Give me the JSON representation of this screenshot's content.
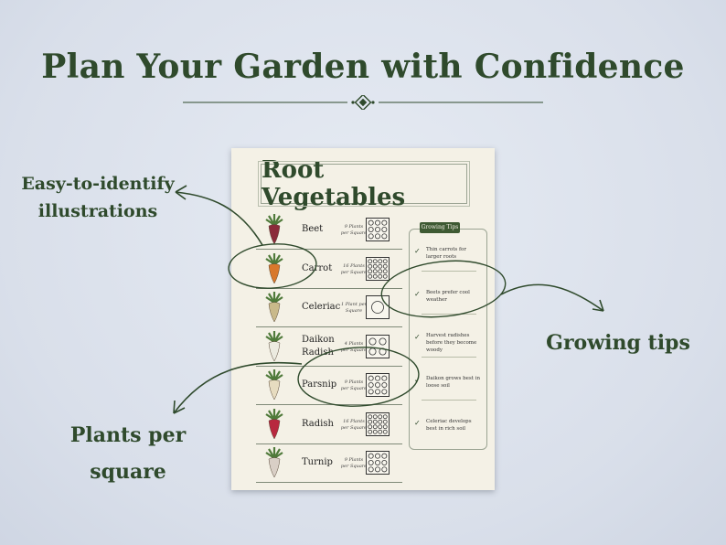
{
  "headline": "Plan Your Garden with Confidence",
  "callouts": {
    "illustrations": "Easy-to-identify illustrations",
    "growing_tips": "Growing tips",
    "plants_per_square": "Plants per square"
  },
  "sheet": {
    "title": "Root Vegetables",
    "vegetables": [
      {
        "name": "Beet",
        "density": "9 Plants per Square",
        "grid": 3,
        "color": "#8a2b3a",
        "icon": "beet-icon"
      },
      {
        "name": "Carrot",
        "density": "16 Plants per Square",
        "grid": 4,
        "color": "#d8782c",
        "icon": "carrot-icon"
      },
      {
        "name": "Celeriac",
        "density": "1 Plant per Square",
        "grid": 1,
        "color": "#c9b98a",
        "icon": "celeriac-icon"
      },
      {
        "name": "Daikon Radish",
        "density": "4 Plants per Square",
        "grid": 2,
        "color": "#ecebe0",
        "icon": "daikon-icon"
      },
      {
        "name": "Parsnip",
        "density": "9 Plants per Square",
        "grid": 3,
        "color": "#e7dcc0",
        "icon": "parsnip-icon"
      },
      {
        "name": "Radish",
        "density": "16 Plants per Square",
        "grid": 4,
        "color": "#b8283f",
        "icon": "radish-icon"
      },
      {
        "name": "Turnip",
        "density": "9 Plants per Square",
        "grid": 3,
        "color": "#d9cfc6",
        "icon": "turnip-icon"
      }
    ],
    "tips_header": "Growing Tips",
    "tips": [
      "Thin carrots for larger roots",
      "Beets prefer cool weather",
      "Harvest radishes before they become woody",
      "Daikon grows best in loose soil",
      "Celeriac develops best in rich soil"
    ]
  },
  "colors": {
    "accent_green": "#2f4a2c",
    "background": "#dde3ee",
    "paper": "#f4f1e6"
  }
}
